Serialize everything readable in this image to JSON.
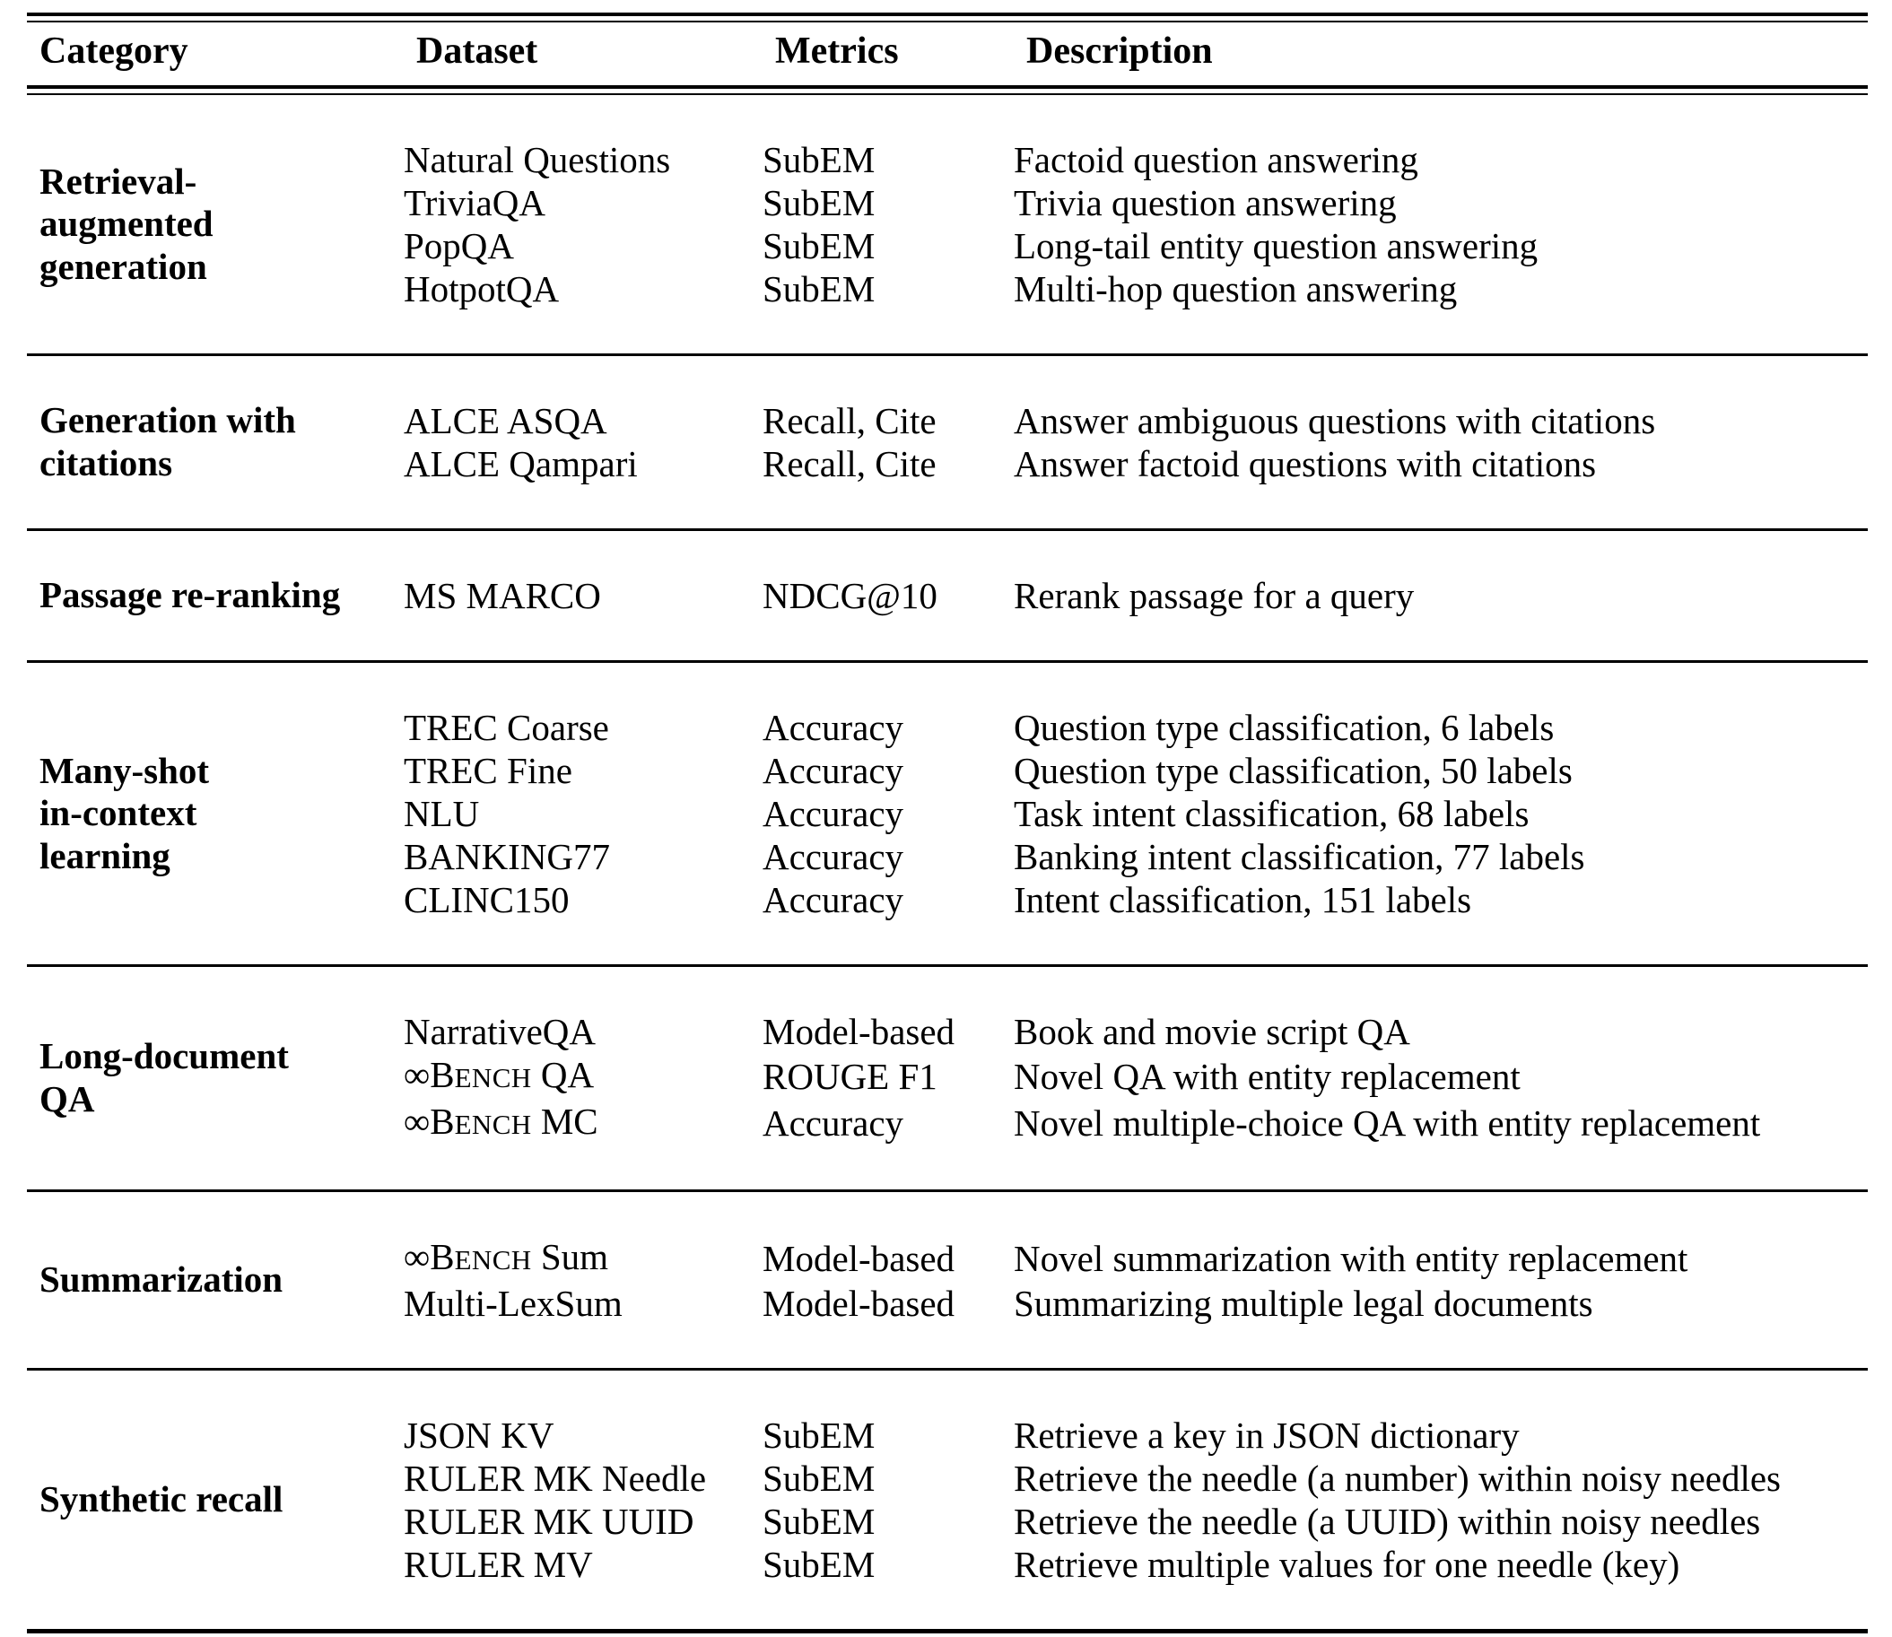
{
  "table": {
    "columns": [
      "Category",
      "Dataset",
      "Metrics",
      "Description"
    ],
    "groups": [
      {
        "category": "Retrieval-\naugmented\ngeneration",
        "rows": [
          {
            "dataset": "Natural Questions",
            "metrics": "SubEM",
            "description": "Factoid question answering"
          },
          {
            "dataset": "TriviaQA",
            "metrics": "SubEM",
            "description": "Trivia question answering"
          },
          {
            "dataset": "PopQA",
            "metrics": "SubEM",
            "description": "Long-tail entity question answering"
          },
          {
            "dataset": "HotpotQA",
            "metrics": "SubEM",
            "description": "Multi-hop question answering"
          }
        ]
      },
      {
        "category": "Generation with\ncitations",
        "rows": [
          {
            "dataset": "ALCE ASQA",
            "metrics": "Recall, Cite",
            "description": "Answer ambiguous questions with citations"
          },
          {
            "dataset": "ALCE Qampari",
            "metrics": "Recall, Cite",
            "description": "Answer factoid questions with citations"
          }
        ]
      },
      {
        "category": "Passage re-ranking",
        "rows": [
          {
            "dataset": "MS MARCO",
            "metrics": "NDCG@10",
            "description": "Rerank passage for a query"
          }
        ]
      },
      {
        "category": "Many-shot\nin-context\nlearning",
        "rows": [
          {
            "dataset": "TREC Coarse",
            "metrics": "Accuracy",
            "description": "Question type classification, 6 labels"
          },
          {
            "dataset": "TREC Fine",
            "metrics": "Accuracy",
            "description": "Question type classification, 50 labels"
          },
          {
            "dataset": "NLU",
            "metrics": "Accuracy",
            "description": "Task intent classification, 68 labels"
          },
          {
            "dataset": "BANKING77",
            "metrics": "Accuracy",
            "description": "Banking intent classification, 77 labels"
          },
          {
            "dataset": "CLINC150",
            "metrics": "Accuracy",
            "description": "Intent classification, 151 labels"
          }
        ]
      },
      {
        "category": "Long-document\nQA",
        "rows": [
          {
            "dataset": "NarrativeQA",
            "metrics": "Model-based",
            "description": "Book and movie script QA"
          },
          {
            "dataset": "∞BENCH QA",
            "dataset_infinity": "∞",
            "dataset_cap": "B",
            "dataset_smallcaps": "ENCH",
            "dataset_tail": " QA",
            "metrics": "ROUGE F1",
            "description": "Novel QA with entity replacement"
          },
          {
            "dataset": "∞BENCH MC",
            "dataset_infinity": "∞",
            "dataset_cap": "B",
            "dataset_smallcaps": "ENCH",
            "dataset_tail": " MC",
            "metrics": "Accuracy",
            "description": "Novel multiple-choice QA with entity replacement"
          }
        ]
      },
      {
        "category": "Summarization",
        "rows": [
          {
            "dataset": "∞BENCH Sum",
            "dataset_infinity": "∞",
            "dataset_cap": "B",
            "dataset_smallcaps": "ENCH",
            "dataset_tail": " Sum",
            "metrics": "Model-based",
            "description": "Novel summarization with entity replacement"
          },
          {
            "dataset": "Multi-LexSum",
            "metrics": "Model-based",
            "description": "Summarizing multiple legal documents"
          }
        ]
      },
      {
        "category": "Synthetic recall",
        "rows": [
          {
            "dataset": "JSON KV",
            "metrics": "SubEM",
            "description": "Retrieve a key in JSON dictionary"
          },
          {
            "dataset": "RULER MK Needle",
            "metrics": "SubEM",
            "description": "Retrieve the needle (a number) within noisy needles"
          },
          {
            "dataset": "RULER MK UUID",
            "metrics": "SubEM",
            "description": "Retrieve the needle (a UUID) within noisy needles"
          },
          {
            "dataset": "RULER MV",
            "metrics": "SubEM",
            "description": "Retrieve multiple values for one needle (key)"
          }
        ]
      }
    ]
  }
}
